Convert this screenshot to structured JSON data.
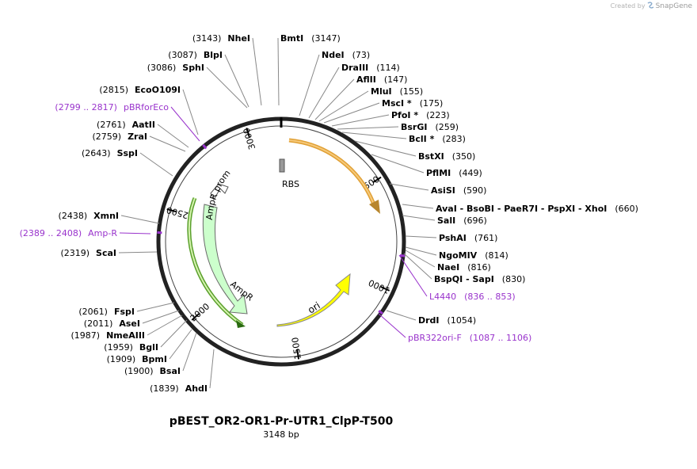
{
  "credit": {
    "prefix": "Created by",
    "brand": "SnapGene",
    "logo_icon": "snapgene-logo-icon"
  },
  "plasmid": {
    "name": "pBEST_OR2-OR1-Pr-UTR1_ClpP-T500",
    "length_label": "3148 bp",
    "length": 3148
  },
  "ticks": [
    {
      "bp": 500,
      "label": "500"
    },
    {
      "bp": 1000,
      "label": "1000"
    },
    {
      "bp": 1500,
      "label": "1500"
    },
    {
      "bp": 2000,
      "label": "2000"
    },
    {
      "bp": 2500,
      "label": "2500"
    },
    {
      "bp": 3000,
      "label": "3000"
    }
  ],
  "features": [
    {
      "name": "RBS",
      "start": 3140,
      "end": 25,
      "color": "#999999",
      "strand": 0
    },
    {
      "name": "ori",
      "start": 1184,
      "end": 1772,
      "color": "#ffff00",
      "strand": -1
    },
    {
      "name": "AmpR",
      "start": 1943,
      "end": 2803,
      "color": "#ccffcc",
      "strand": -1
    },
    {
      "name": "AmpR promoter",
      "start": 2804,
      "end": 2908,
      "color": "#ffffff",
      "strand": -1
    }
  ],
  "site_labels": [
    {
      "name": "NheI",
      "pos": "(3143)"
    },
    {
      "name": "BmtI",
      "pos": "(3147)"
    },
    {
      "name": "NdeI",
      "pos": "(73)"
    },
    {
      "name": "DraIII",
      "pos": "(114)"
    },
    {
      "name": "AflII",
      "pos": "(147)"
    },
    {
      "name": "MluI",
      "pos": "(155)"
    },
    {
      "name": "MscI *",
      "pos": "(175)"
    },
    {
      "name": "PfoI *",
      "pos": "(223)"
    },
    {
      "name": "BsrGI",
      "pos": "(259)"
    },
    {
      "name": "BclI *",
      "pos": "(283)"
    },
    {
      "name": "BstXI",
      "pos": "(350)"
    },
    {
      "name": "PflMI",
      "pos": "(449)"
    },
    {
      "name": "AsiSI",
      "pos": "(590)"
    },
    {
      "name": "AvaI  - BsoBI  - PaeR7I  - PspXI  - XhoI",
      "pos": "(660)"
    },
    {
      "name": "SalI",
      "pos": "(696)"
    },
    {
      "name": "PshAI",
      "pos": "(761)"
    },
    {
      "name": "NgoMIV",
      "pos": "(814)"
    },
    {
      "name": "NaeI",
      "pos": "(816)"
    },
    {
      "name": "BspQI  - SapI",
      "pos": "(830)"
    },
    {
      "name": "DrdI",
      "pos": "(1054)"
    },
    {
      "name": "BlpI",
      "pos": "(3087)"
    },
    {
      "name": "SphI",
      "pos": "(3086)"
    },
    {
      "name": "EcoO109I",
      "pos": "(2815)"
    },
    {
      "name": "AatII",
      "pos": "(2761)"
    },
    {
      "name": "ZraI",
      "pos": "(2759)"
    },
    {
      "name": "SspI",
      "pos": "(2643)"
    },
    {
      "name": "XmnI",
      "pos": "(2438)"
    },
    {
      "name": "ScaI",
      "pos": "(2319)"
    },
    {
      "name": "FspI",
      "pos": "(2061)"
    },
    {
      "name": "AseI",
      "pos": "(2011)"
    },
    {
      "name": "NmeAIII",
      "pos": "(1987)"
    },
    {
      "name": "BglI",
      "pos": "(1959)"
    },
    {
      "name": "BpmI",
      "pos": "(1909)"
    },
    {
      "name": "BsaI",
      "pos": "(1900)"
    },
    {
      "name": "AhdI",
      "pos": "(1839)"
    }
  ],
  "primer_labels": [
    {
      "name": "pBRforEco",
      "pos": "(2799 .. 2817)",
      "color": "#9933cc"
    },
    {
      "name": "Amp-R",
      "pos": "(2389 .. 2408)",
      "color": "#9933cc"
    },
    {
      "name": "L4440",
      "pos": "(836 .. 853)",
      "color": "#9933cc"
    },
    {
      "name": "pBR322ori-F",
      "pos": "(1087 .. 1106)",
      "color": "#9933cc"
    }
  ]
}
